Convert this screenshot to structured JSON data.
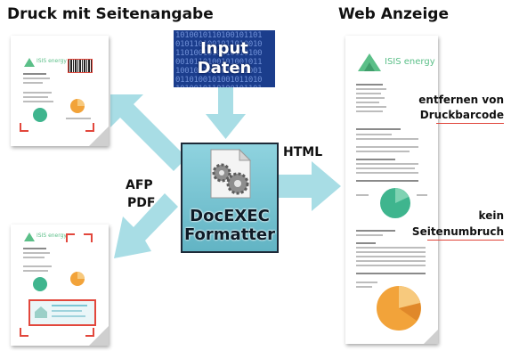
{
  "headings": {
    "print": "Druck mit Seitenangabe",
    "web": "Web Anzeige"
  },
  "input": {
    "line1": "Input",
    "line2": "Daten",
    "binary": "1010010110100101101\n0101101001011010010\n1101001010010110100\n0010110100101001011\n1001011010010101001\n0110100101001011010\n1010010110100101101\n0101101001011010010\n1101001010010110100"
  },
  "formatter": {
    "line1": "DocEXEC",
    "line2": "Formatter"
  },
  "labels": {
    "afp": "AFP",
    "pdf": "PDF",
    "html": "HTML"
  },
  "annotations": {
    "barcode_1": "entfernen von",
    "barcode_2": "Druckbarcode",
    "pagebreak_1": "kein",
    "pagebreak_2": "Seitenumbruch"
  },
  "logo_text": "ISIS energy",
  "colors": {
    "arrow": "#a8dde5",
    "accent_red": "#e0453a",
    "formatter_bg": "#7cc6d4",
    "input_bg": "#1b3d8c",
    "logo_green": "#5bbf88",
    "pie_orange": "#f2a33a",
    "pie_green": "#3fb58e"
  }
}
